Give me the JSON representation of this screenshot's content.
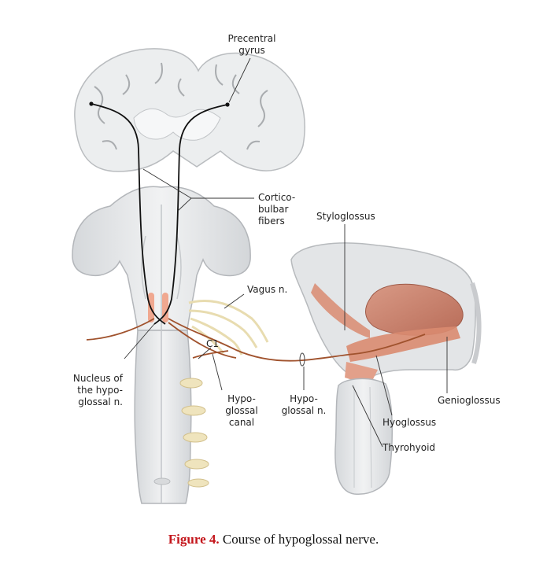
{
  "labels": {
    "precentral_gyrus": "Precentral\ngyrus",
    "corticobulbar_fibers": "Cortico-\nbulbar\nfibers",
    "styloglossus": "Styloglossus",
    "vagus_n": "Vagus n.",
    "c1": "C1",
    "nucleus": "Nucleus of\nthe hypo-\nglossal n.",
    "hypoglossal_canal": "Hypo-\nglossal\ncanal",
    "hypoglossal_n": "Hypo-\nglossal n.",
    "genioglossus": "Genioglossus",
    "hyoglossus": "Hyoglossus",
    "thyrohyoid": "Thyrohyoid"
  },
  "caption": {
    "figure_label": "Figure 4.",
    "text": " Course of hypoglossal nerve."
  },
  "colors": {
    "nerve": "#a0522d",
    "nucleus": "#f0a890",
    "muscle": "#d98b70",
    "tongue": "#c8826e",
    "tissue": "#e6e8ea",
    "spinal_nerve": "#e8dcb0",
    "caption_accent": "#c4161c"
  }
}
